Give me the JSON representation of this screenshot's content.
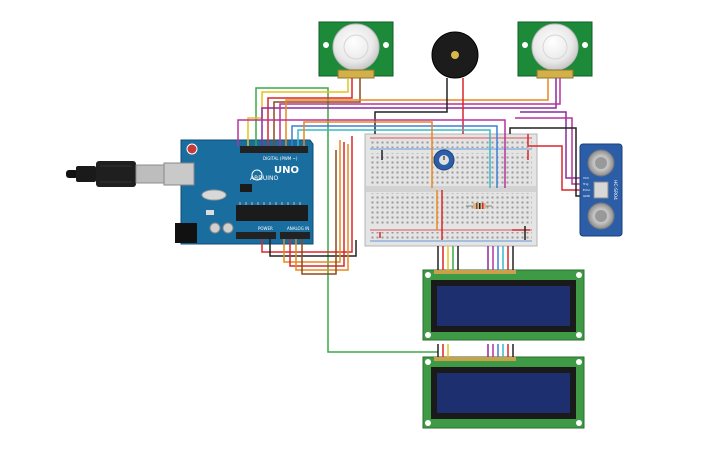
{
  "board": {
    "brand": "ARDUINO",
    "model": "UNO",
    "digital_header": "DIGITAL (PWM ~)",
    "power_header": "POWER",
    "analog_header": "ANALOG IN"
  },
  "ultrasonic": {
    "model": "HC-SR04",
    "pins": [
      "VCC",
      "Trig",
      "Echo",
      "GND"
    ]
  },
  "colors": {
    "board_blue": "#1a6d9f",
    "sensor_green": "#1d8a3a",
    "lcd_green": "#3f9a45",
    "lcd_screen": "#1d2f6e",
    "sonar_blue": "#2c5ea8",
    "wire_red": "#d9262c",
    "wire_black": "#222222",
    "wire_orange": "#e8891d",
    "wire_yellow": "#e6c419",
    "wire_green": "#3aa845",
    "wire_blue": "#3d7fd6",
    "wire_purple": "#8b2a9e",
    "wire_magenta": "#b8319a",
    "wire_cyan": "#39b8c9",
    "wire_brown": "#8b4a1c"
  },
  "components": [
    {
      "name": "Arduino Uno R3",
      "icon": "microcontroller-icon"
    },
    {
      "name": "Breadboard",
      "icon": "breadboard-icon"
    },
    {
      "name": "PIR Motion Sensor",
      "icon": "pir-sensor-icon"
    },
    {
      "name": "PIR Motion Sensor",
      "icon": "pir-sensor-icon"
    },
    {
      "name": "Piezo Buzzer",
      "icon": "buzzer-icon"
    },
    {
      "name": "Ultrasonic Distance Sensor",
      "icon": "ultrasonic-icon"
    },
    {
      "name": "LCD 16x2",
      "icon": "lcd-icon"
    },
    {
      "name": "LCD 16x2",
      "icon": "lcd-icon"
    },
    {
      "name": "Potentiometer",
      "icon": "potentiometer-icon"
    },
    {
      "name": "Resistor",
      "icon": "resistor-icon"
    }
  ]
}
